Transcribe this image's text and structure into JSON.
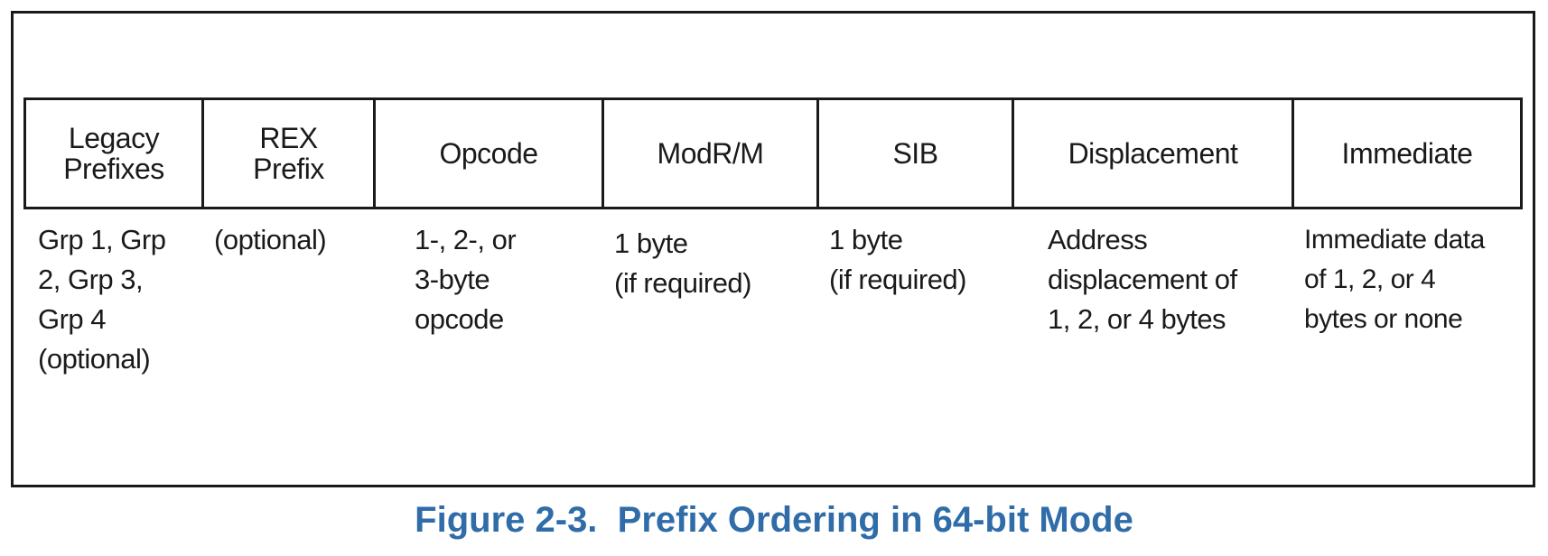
{
  "fields": [
    {
      "label": "Legacy\nPrefixes",
      "description": "Grp 1, Grp\n2, Grp 3,\nGrp 4\n(optional)"
    },
    {
      "label": "REX\nPrefix",
      "description": "(optional)"
    },
    {
      "label": "Opcode",
      "description": "1-, 2-, or\n3-byte\nopcode"
    },
    {
      "label": "ModR/M",
      "description": "1 byte\n(if required)"
    },
    {
      "label": "SIB",
      "description": "1 byte\n(if required)"
    },
    {
      "label": "Displacement",
      "description": "Address\ndisplacement of\n1, 2, or 4 bytes"
    },
    {
      "label": "Immediate",
      "description": "Immediate data\nof 1, 2, or 4\nbytes or none"
    }
  ],
  "caption": "Figure 2-3.  Prefix Ordering in 64-bit Mode"
}
